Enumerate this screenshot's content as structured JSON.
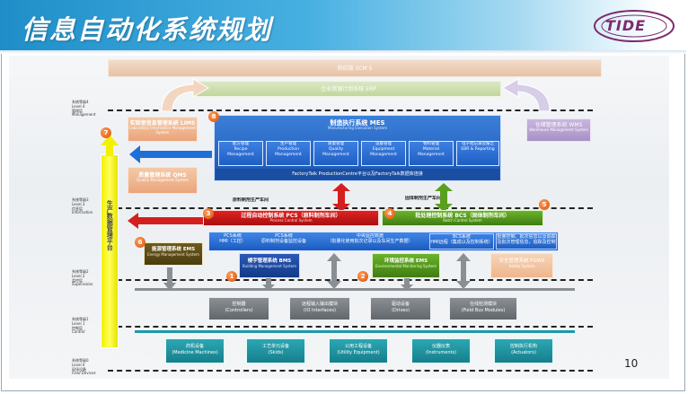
{
  "header": {
    "title": "信息自动化系统规划",
    "logo_text": "TIDE"
  },
  "page_number": "10",
  "levels": [
    {
      "code": "系统等级4",
      "en": "Level 4",
      "cn": "管理层",
      "en2": "Management"
    },
    {
      "code": "系统等级3",
      "en": "Level 3",
      "cn": "信息层",
      "en2": "Information"
    },
    {
      "code": "系统等级2",
      "en": "Level 2",
      "cn": "监控层",
      "en2": "Supervision"
    },
    {
      "code": "系统等级1",
      "en": "Level 1",
      "cn": "控制层",
      "en2": "Control"
    },
    {
      "code": "系统等级0",
      "en": "Level 0",
      "cn": "现场设备",
      "en2": "Field Devices"
    }
  ],
  "top": {
    "scm": "供应链 SCM S",
    "erp": "企业资源计划系统 ERP"
  },
  "lims": {
    "title": "实验室信息管理系统 LIMS",
    "sub": "Laboratory Information Management System"
  },
  "wms": {
    "title": "仓储管理系统 WMS",
    "sub": "Warehouse Management System"
  },
  "qms": {
    "title": "质量管理系统 QMS",
    "sub": "Quality Management System"
  },
  "mes": {
    "title": "制造执行系统 MES",
    "sub": "Manufacturing Execution System",
    "modules": [
      {
        "cn": "配方管理",
        "en1": "Recipe",
        "en2": "Management"
      },
      {
        "cn": "生产管理",
        "en1": "Production",
        "en2": "Management"
      },
      {
        "cn": "质量管理",
        "en1": "Quality",
        "en2": "Management"
      },
      {
        "cn": "设备管理",
        "en1": "Equipment",
        "en2": "Management"
      },
      {
        "cn": "物料管理",
        "en1": "Material",
        "en2": "Management"
      },
      {
        "cn": "电子批记录及报告",
        "en1": "EBR & Reporting",
        "en2": ""
      }
    ],
    "footer": "FactoryTalk ProductionCentre平台以及FactoryTalk数据库连接"
  },
  "platform": "生产数据管理平台",
  "upper_label_left": "原料制剂生产车间",
  "upper_label_right": "固体制剂生产车间",
  "pcs": {
    "title": "过程自动控制系统 PCS（原料制剂车间）",
    "sub": "Process Control System"
  },
  "dcs": {
    "title": "批处理控制系统 BCS（固体制剂车间）",
    "sub": "Batch Control System"
  },
  "sub_items": [
    {
      "l1": "PCS系统",
      "l2": "HMI（工控）"
    },
    {
      "l1": "PCS系统",
      "l2": "原料制剂设备监控设备"
    },
    {
      "l1": "中央监控数据",
      "l2": "（批量化使用批次记录以及车间生产数据）"
    },
    {
      "l1": "BCS系统",
      "l2": "HMI远程（集成以及控制系统）"
    },
    {
      "l1": "批量控制、批次信息以及追踪",
      "l2": "及批次管理信息，追踪及控制"
    }
  ],
  "ems": {
    "title": "能源管理系统 EMS",
    "sub": "Energy Management System"
  },
  "bms": {
    "title": "楼宇管理系统 BMS",
    "sub": "Building Management System"
  },
  "fms": {
    "title": "环境监控系统 EMS",
    "sub": "Environmental Monitoring System"
  },
  "fgws": {
    "title": "安全管理系统 FGWS",
    "sub": "Safety System"
  },
  "ctrl_boxes": [
    {
      "cn": "控制器",
      "en": "(Controllers)"
    },
    {
      "cn": "远程输入输出模块",
      "en": "(IO Interfaces)"
    },
    {
      "cn": "驱动设备",
      "en": "(Drives)"
    },
    {
      "cn": "在线检测模块",
      "en": "(Field Bus Modules)"
    }
  ],
  "devices": [
    {
      "cn": "药机设备",
      "en": "(Medicine Machines)"
    },
    {
      "cn": "工艺单元设备",
      "en": "(Skids)"
    },
    {
      "cn": "公用工程设备",
      "en": "(Utility Equipment)"
    },
    {
      "cn": "仪器仪表",
      "en": "(Instruments)"
    },
    {
      "cn": "控制执行机构",
      "en": "(Actuators)"
    }
  ],
  "badges": [
    "1",
    "2",
    "3",
    "4",
    "5",
    "6",
    "7",
    "8"
  ]
}
